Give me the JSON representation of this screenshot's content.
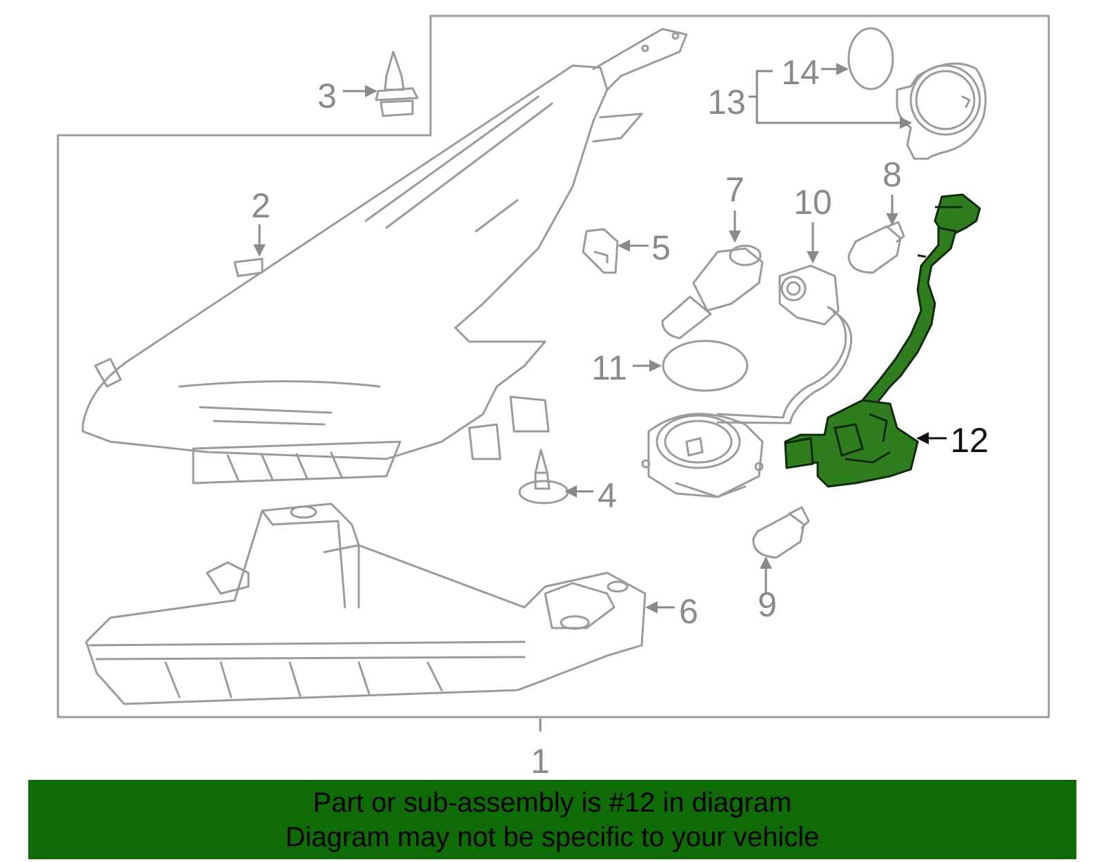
{
  "diagram": {
    "colors": {
      "outline": "#9a9a9a",
      "label": "#8a8a8a",
      "highlight_fill": "#2f7d1f",
      "highlight_stroke": "#0f2a08",
      "banner_bg": "#0f6b05"
    },
    "callouts": {
      "c1": "1",
      "c2": "2",
      "c3": "3",
      "c4": "4",
      "c5": "5",
      "c6": "6",
      "c7": "7",
      "c8": "8",
      "c9": "9",
      "c10": "10",
      "c11": "11",
      "c12": "12",
      "c13": "13",
      "c14": "14"
    },
    "highlighted_part": "12"
  },
  "banner": {
    "line1": "Part or sub-assembly is #12 in diagram",
    "line2": "Diagram may not be specific to your vehicle"
  }
}
